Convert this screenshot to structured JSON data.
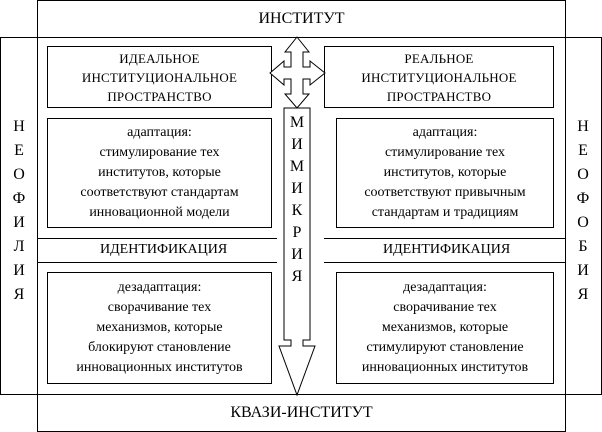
{
  "top": {
    "title": "ИНСТИТУТ"
  },
  "bottom": {
    "title": "КВАЗИ-ИНСТИТУТ"
  },
  "left_side": {
    "letters": [
      "Н",
      "Е",
      "О",
      "Ф",
      "И",
      "Л",
      "И",
      "Я"
    ]
  },
  "right_side": {
    "letters": [
      "Н",
      "Е",
      "О",
      "Ф",
      "О",
      "Б",
      "И",
      "Я"
    ]
  },
  "center": {
    "letters": [
      "М",
      "И",
      "М",
      "И",
      "К",
      "Р",
      "И",
      "Я"
    ]
  },
  "left": {
    "space": "ИДЕАЛЬНОЕ\nИНСТИТУЦИОНАЛЬНОЕ\nПРОСТРАНСТВО",
    "adaptation": "адаптация:\nстимулирование тех\nинститутов, которые\nсоответствуют стандартам\nинновационной модели",
    "identification": "ИДЕНТИФИКАЦИЯ",
    "disadaptation": "дезадаптация:\nсворачивание тех\nмеханизмов, которые\nблокируют становление\nинновационных институтов"
  },
  "right": {
    "space": "РЕАЛЬНОЕ\nИНСТИТУЦИОНАЛЬНОЕ\nПРОСТРАНСТВО",
    "adaptation": "адаптация:\nстимулирование тех\nинститутов, которые\nсоответствуют привычным\nстандартам и традициям",
    "identification": "ИДЕНТИФИКАЦИЯ",
    "disadaptation": "дезадаптация:\nсворачивание тех\nмеханизмов, которые\nстимулируют становление\nинновационных институтов"
  }
}
